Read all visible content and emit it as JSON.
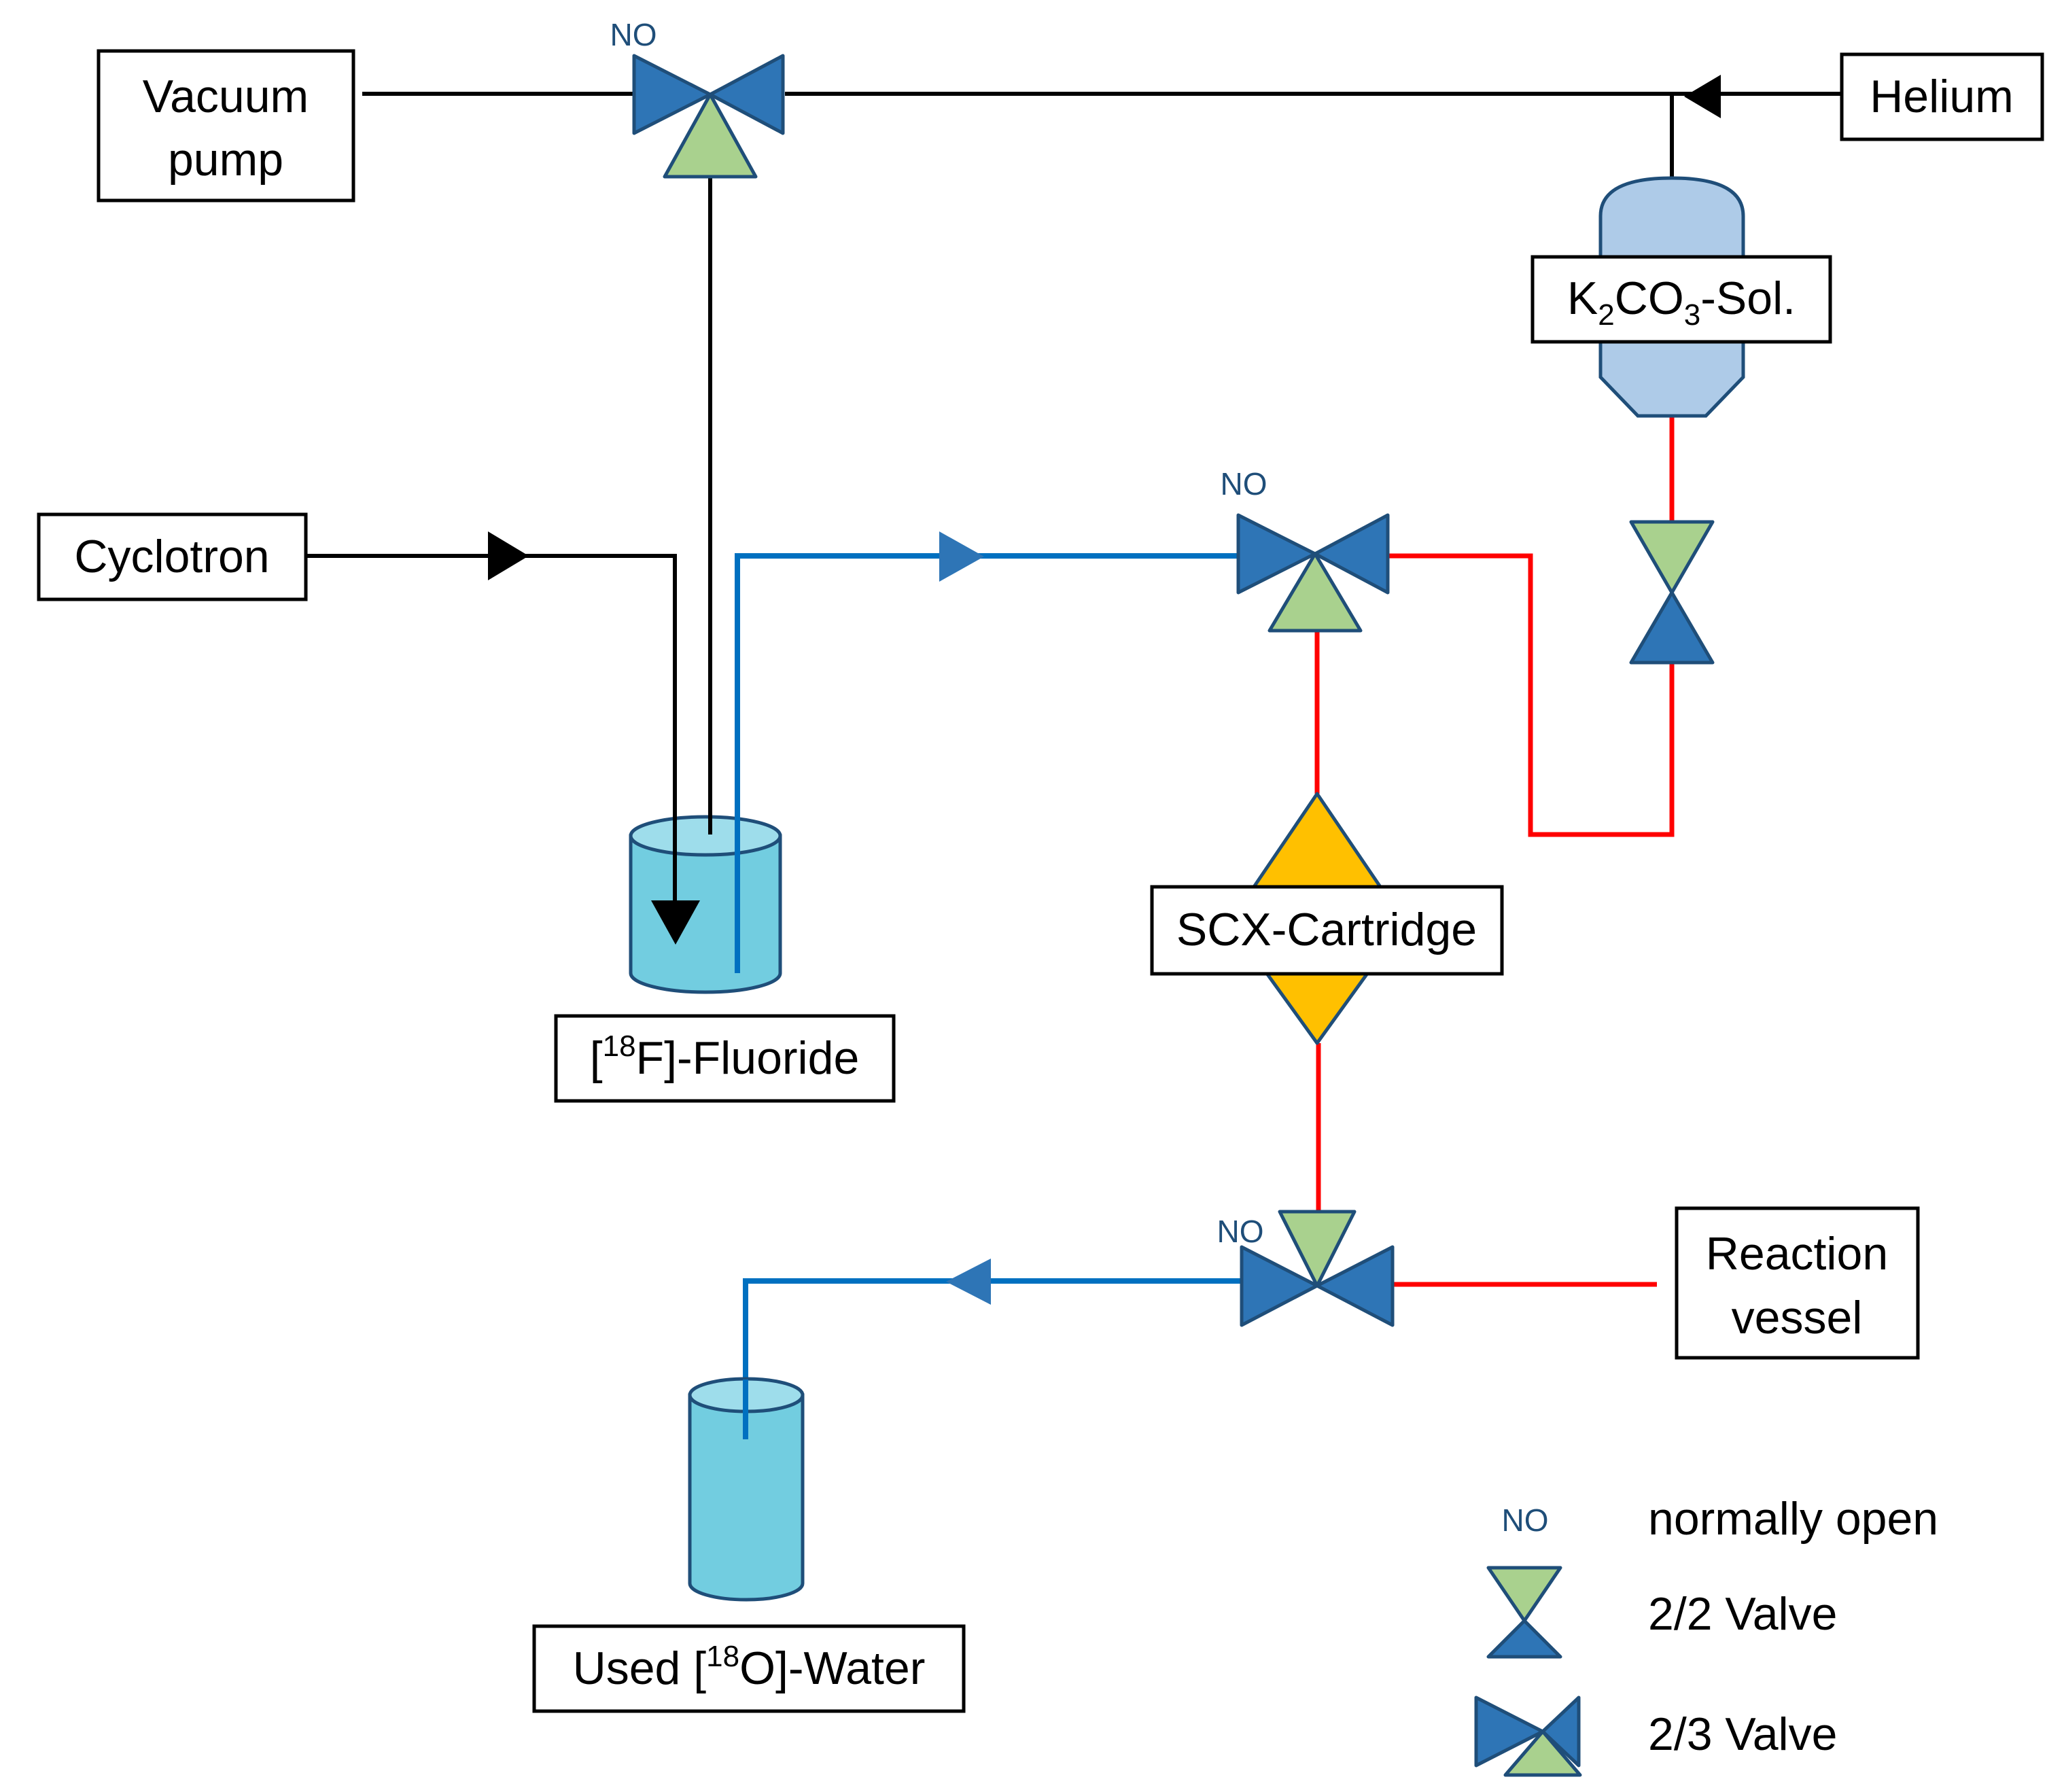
{
  "labels": {
    "vacuum_pump_line1": "Vacuum",
    "vacuum_pump_line2": "pump",
    "helium": "Helium",
    "k2co3_part1": "K",
    "k2co3_sub1": "2",
    "k2co3_part2": "CO",
    "k2co3_sub2": "3",
    "k2co3_part3": "-Sol.",
    "cyclotron": "Cyclotron",
    "fluoride_open": "[",
    "fluoride_sup": "18",
    "fluoride_rest": "F]-Fluoride",
    "scx_cartridge": "SCX-Cartridge",
    "reaction_vessel_line1": "Reaction",
    "reaction_vessel_line2": "vessel",
    "water_prefix": "Used [",
    "water_sup": "18",
    "water_rest": "O]-Water",
    "valve_top_no": "NO",
    "valve_middle_no": "NO",
    "valve_bottom_no": "NO"
  },
  "legend": {
    "no_symbol": "NO",
    "no_text": "normally open",
    "valve22_text": "2/2 Valve",
    "valve23_text": "2/3 Valve"
  },
  "colors": {
    "valve_blue": "#2E75B6",
    "valve_green": "#A9D18E",
    "cartridge": "#FFC000",
    "fluid_line": "#0070C0",
    "eluent_line": "#FF0000",
    "beaker": "#72CDE0",
    "reservoir": "#AECBE8"
  }
}
